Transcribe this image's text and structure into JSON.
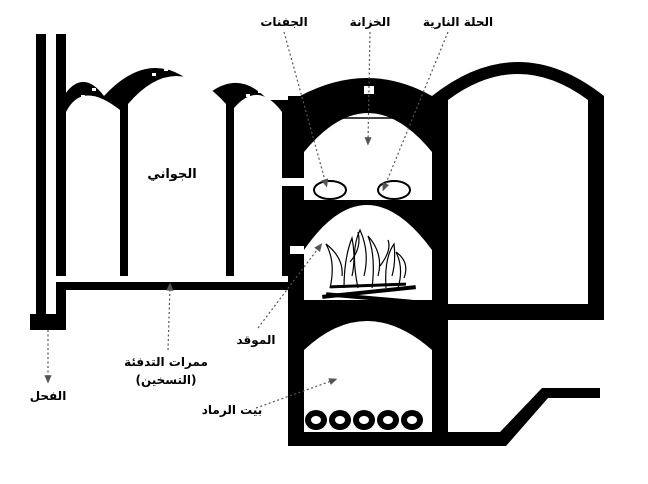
{
  "colors": {
    "wall": "#000000",
    "fill": "#ffffff",
    "leader": "#555555"
  },
  "labels": {
    "jifanat": "الجفنات",
    "khazana": "الخزانة",
    "halla": "الحلة النارية",
    "jawani": "الجواني",
    "mawqid": "الموقد",
    "mamarrat_1": "ممرات التدفئة",
    "mamarrat_2": "(التسخين)",
    "fahl": "الفحل",
    "bayt_ramad": "بيت الرماد"
  }
}
